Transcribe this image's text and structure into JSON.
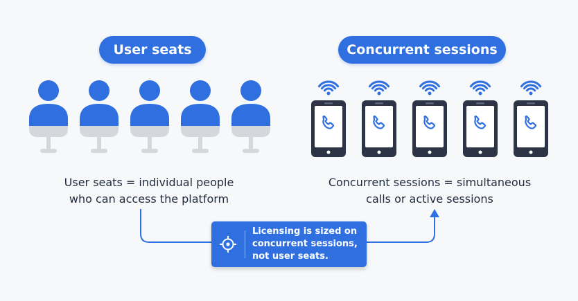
{
  "left_panel": {
    "title": "User seats",
    "caption_line1": "User seats = individual people",
    "caption_line2": "who can access the platform",
    "icon": "person-in-seat-icon",
    "icon_count": 5
  },
  "right_panel": {
    "title": "Concurrent sessions",
    "caption_line1": "Concurrent sessions = simultaneous",
    "caption_line2": "calls or active sessions",
    "icon": "phone-call-icon",
    "signal_icon": "wifi-signal-icon",
    "icon_count": 5
  },
  "callout": {
    "icon": "target-icon",
    "line1": "Licensing is sized on",
    "line2": "concurrent sessions,",
    "line3": "not user seats."
  },
  "colors": {
    "accent_blue": "#2f6fe0",
    "seat_gray": "#d4d7dc",
    "phone_dark": "#2c3446",
    "text_dark": "#1f2a3c"
  }
}
